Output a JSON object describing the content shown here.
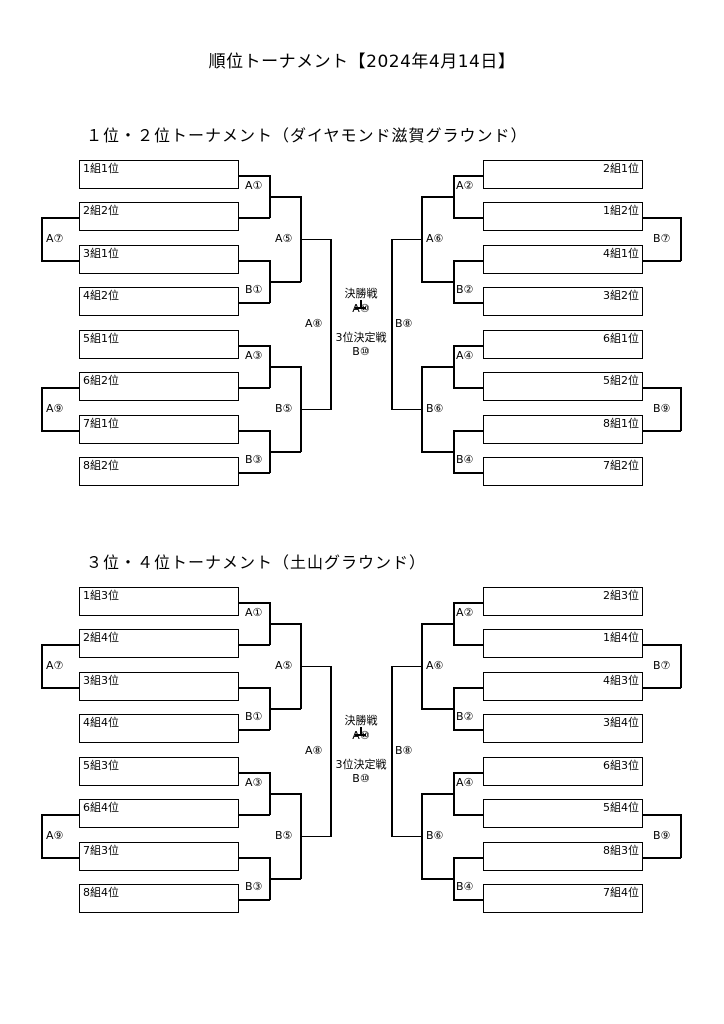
{
  "page_title": "順位トーナメント【2024年4月14日】",
  "brackets": [
    {
      "title": "１位・２位トーナメント（ダイヤモンド滋賀グラウンド）",
      "left_teams": [
        "1組1位",
        "2組2位",
        "3組1位",
        "4組2位",
        "5組1位",
        "6組2位",
        "7組1位",
        "8組2位"
      ],
      "right_teams": [
        "2組1位",
        "1組2位",
        "4組1位",
        "3組2位",
        "6組1位",
        "5組2位",
        "8組1位",
        "7組2位"
      ],
      "labels": {
        "a1": "A①",
        "b1": "B①",
        "a3": "A③",
        "b3": "B③",
        "a7": "A⑦",
        "a9": "A⑨",
        "a5": "A⑤",
        "b5": "B⑤",
        "a8": "A⑧",
        "a2": "A②",
        "b2": "B②",
        "a4": "A④",
        "b4": "B④",
        "b7": "B⑦",
        "b9": "B⑨",
        "a6": "A⑥",
        "b6": "B⑥",
        "b8": "B⑧"
      },
      "final_label": "決勝戦",
      "final_code": "A⑩",
      "third_label": "3位決定戦",
      "third_code": "B⑩"
    },
    {
      "title": "３位・４位トーナメント（土山グラウンド）",
      "left_teams": [
        "1組3位",
        "2組4位",
        "3組3位",
        "4組4位",
        "5組3位",
        "6組4位",
        "7組3位",
        "8組4位"
      ],
      "right_teams": [
        "2組3位",
        "1組4位",
        "4組3位",
        "3組4位",
        "6組3位",
        "5組4位",
        "8組3位",
        "7組4位"
      ],
      "labels": {
        "a1": "A①",
        "b1": "B①",
        "a3": "A③",
        "b3": "B③",
        "a7": "A⑦",
        "a9": "A⑨",
        "a5": "A⑤",
        "b5": "B⑤",
        "a8": "A⑧",
        "a2": "A②",
        "b2": "B②",
        "a4": "A④",
        "b4": "B④",
        "b7": "B⑦",
        "b9": "B⑨",
        "a6": "A⑥",
        "b6": "B⑥",
        "b8": "B⑧"
      },
      "final_label": "決勝戦",
      "final_code": "A⑩",
      "third_label": "3位決定戦",
      "third_code": "B⑩"
    }
  ]
}
